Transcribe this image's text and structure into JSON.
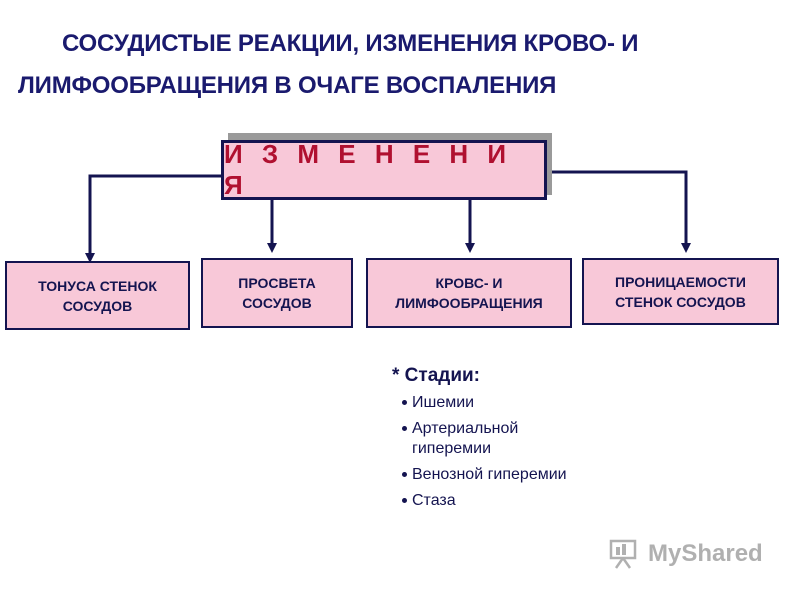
{
  "title": {
    "line1": "СОСУДИСТЫЕ  РЕАКЦИИ, ИЗМЕНЕНИЯ  КРОВО- И",
    "line2": "ЛИМФООБРАЩЕНИЯ  В ОЧАГЕ  ВОСПАЛЕНИЯ"
  },
  "main_box": {
    "label": "И З М Е Н Е Н И Я"
  },
  "boxes": [
    {
      "label": "ТОНУСА СТЕНОК\nСОСУДОВ"
    },
    {
      "label": "ПРОСВЕТА\nСОСУДОВ"
    },
    {
      "label": "КРОВС- И\nЛИМФООБРАЩЕНИЯ"
    },
    {
      "label": "ПРОНИЦАЕМОСТИ\nСТЕНОК СОСУДОВ"
    }
  ],
  "stages": {
    "heading": "* Стадии:",
    "items": [
      "Ишемии",
      "Артериальной\nгиперемии",
      "Венозной гиперемии",
      "Стаза"
    ]
  },
  "watermark": {
    "text": "MyShared"
  },
  "colors": {
    "title": "#1a1a6e",
    "box_fill": "#f8c8d8",
    "border": "#141450",
    "main_text": "#b01030",
    "connector": "#141450"
  }
}
